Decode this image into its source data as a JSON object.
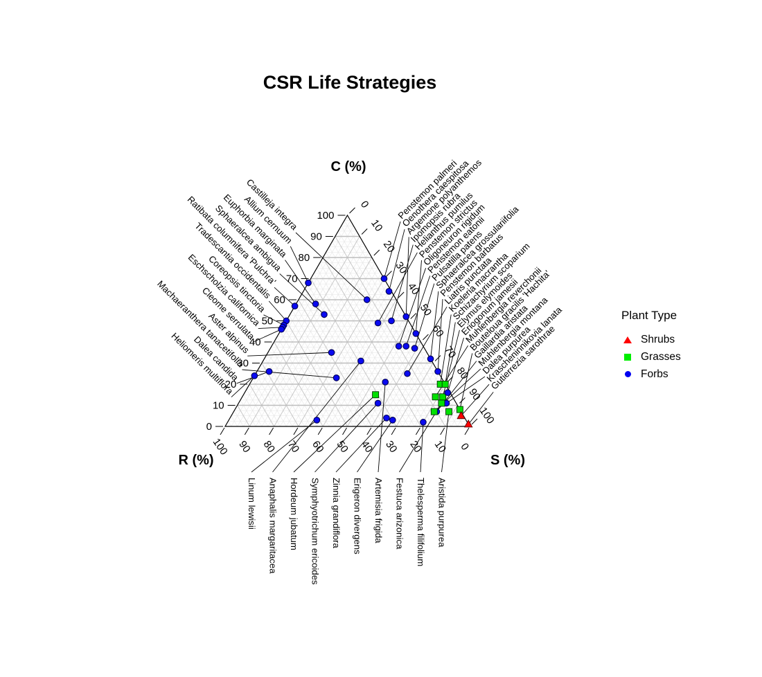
{
  "title": "CSR Life Strategies",
  "axes": {
    "c_label": "C (%)",
    "r_label": "R (%)",
    "s_label": "S (%)",
    "tick_values": [
      0,
      10,
      20,
      30,
      40,
      50,
      60,
      70,
      80,
      90,
      100
    ]
  },
  "legend": {
    "title": "Plant Type",
    "entries": [
      {
        "label": "Shrubs",
        "marker": "triangle-icon",
        "color": "#ff0000"
      },
      {
        "label": "Grasses",
        "marker": "square-icon",
        "color": "#00ee00"
      },
      {
        "label": "Forbs",
        "marker": "circle-icon",
        "color": "#0000f0"
      }
    ]
  },
  "chart_data": {
    "type": "scatter",
    "subtype": "ternary",
    "title": "CSR Life Strategies",
    "axis_c": {
      "label": "C (%)",
      "min": 0,
      "max": 100,
      "tick_step": 10
    },
    "axis_r": {
      "label": "R (%)",
      "min": 0,
      "max": 100,
      "tick_step": 10
    },
    "axis_s": {
      "label": "S (%)",
      "min": 0,
      "max": 100,
      "tick_step": 10
    },
    "grid": {
      "fine_step": 2.5,
      "major_step": 10
    },
    "type_colors": {
      "Shrubs": "#ff0000",
      "Grasses": "#00e000",
      "Forbs": "#0a0af0"
    },
    "type_markers": {
      "Shrubs": "triangle",
      "Grasses": "square",
      "Forbs": "circle"
    },
    "points": [
      {
        "name": "Castilleja integra",
        "type": "Forbs",
        "C": 60,
        "S": 28,
        "R": 12,
        "side": "left"
      },
      {
        "name": "Allium cernuum",
        "type": "Forbs",
        "C": 68,
        "S": 0,
        "R": 32,
        "side": "left"
      },
      {
        "name": "Euphorbia marginata",
        "type": "Forbs",
        "C": 58,
        "S": 8,
        "R": 34,
        "side": "left"
      },
      {
        "name": "Sphaeralcea ambigua",
        "type": "Forbs",
        "C": 53,
        "S": 14,
        "R": 33,
        "side": "left"
      },
      {
        "name": "Ratibata columnifera 'Pulchra'",
        "type": "Forbs",
        "C": 57,
        "S": 0,
        "R": 43,
        "side": "left"
      },
      {
        "name": "Tradescantia occidentalis",
        "type": "Forbs",
        "C": 50,
        "S": 0,
        "R": 50,
        "side": "left"
      },
      {
        "name": "Coreopsis tinctoria",
        "type": "Forbs",
        "C": 48,
        "S": 0,
        "R": 52,
        "side": "left"
      },
      {
        "name": "Eschscholzia californica",
        "type": "Forbs",
        "C": 47,
        "S": 0,
        "R": 53,
        "side": "left"
      },
      {
        "name": "Cleome serrulata",
        "type": "Forbs",
        "C": 46,
        "S": 0,
        "R": 54,
        "side": "left"
      },
      {
        "name": "Aster alpinus",
        "type": "Forbs",
        "C": 35,
        "S": 26,
        "R": 39,
        "side": "left"
      },
      {
        "name": "Machaeranthera tanacetifolia",
        "type": "Forbs",
        "C": 23,
        "S": 34,
        "R": 43,
        "side": "left"
      },
      {
        "name": "Dalea candida",
        "type": "Forbs",
        "C": 26,
        "S": 5,
        "R": 69,
        "side": "left"
      },
      {
        "name": "Heliomeris multiflora",
        "type": "Forbs",
        "C": 24,
        "S": 0,
        "R": 76,
        "side": "left"
      },
      {
        "name": "Penstemon palmeri",
        "type": "Forbs",
        "C": 70,
        "S": 30,
        "R": 0,
        "side": "right"
      },
      {
        "name": "Oenothera caespitosa",
        "type": "Forbs",
        "C": 64,
        "S": 35,
        "R": 1,
        "side": "right"
      },
      {
        "name": "Argemone polyanthemos",
        "type": "Forbs",
        "C": 52,
        "S": 48,
        "R": 0,
        "side": "right"
      },
      {
        "name": "Ipomopsis rubra",
        "type": "Forbs",
        "C": 50,
        "S": 43,
        "R": 7,
        "side": "right"
      },
      {
        "name": "Helianthus pumilus",
        "type": "Forbs",
        "C": 49,
        "S": 38,
        "R": 13,
        "side": "right"
      },
      {
        "name": "Penstemon strictus",
        "type": "Forbs",
        "C": 44,
        "S": 56,
        "R": 0,
        "side": "right"
      },
      {
        "name": "Oligoneuron rigidum",
        "type": "Forbs",
        "C": 38,
        "S": 52,
        "R": 10,
        "side": "right"
      },
      {
        "name": "Penstemon eatonii",
        "type": "Forbs",
        "C": 38,
        "S": 55,
        "R": 7,
        "side": "right"
      },
      {
        "name": "Pulsatilla patens",
        "type": "Forbs",
        "C": 37,
        "S": 59,
        "R": 4,
        "side": "right"
      },
      {
        "name": "Sphaeralcea grossulariifolia",
        "type": "Forbs",
        "C": 32,
        "S": 68,
        "R": 0,
        "side": "right"
      },
      {
        "name": "Penstemon barbatus",
        "type": "Forbs",
        "C": 26,
        "S": 74,
        "R": 0,
        "side": "right"
      },
      {
        "name": "Liatris punctata",
        "type": "Forbs",
        "C": 25,
        "S": 62,
        "R": 13,
        "side": "right"
      },
      {
        "name": "Koeleria macrantha",
        "type": "Grasses",
        "C": 20,
        "S": 78,
        "R": 2,
        "side": "right"
      },
      {
        "name": "Schizachyrium scoparium",
        "type": "Grasses",
        "C": 20,
        "S": 80,
        "R": 0,
        "side": "right"
      },
      {
        "name": "Elymus elymoides",
        "type": "Grasses",
        "C": 14,
        "S": 82,
        "R": 4,
        "side": "right"
      },
      {
        "name": "Eriogonum jamesii",
        "type": "Forbs",
        "C": 16,
        "S": 83,
        "R": 1,
        "side": "right"
      },
      {
        "name": "Muhlenbergia reverchonii",
        "type": "Grasses",
        "C": 14,
        "S": 79,
        "R": 7,
        "side": "right"
      },
      {
        "name": "Bouteloua gracilis 'Hachita'",
        "type": "Grasses",
        "C": 8,
        "S": 92,
        "R": 0,
        "side": "right"
      },
      {
        "name": "Gaillardia aristata",
        "type": "Forbs",
        "C": 7,
        "S": 83,
        "R": 10,
        "side": "right"
      },
      {
        "name": "Muhlenbergia montana",
        "type": "Grasses",
        "C": 7,
        "S": 82,
        "R": 11,
        "side": "right"
      },
      {
        "name": "Dalea purpurea",
        "type": "Forbs",
        "C": 11,
        "S": 85,
        "R": 4,
        "side": "right"
      },
      {
        "name": "Krascheninnikovia lanata",
        "type": "Shrubs",
        "C": 5,
        "S": 94,
        "R": 1,
        "side": "right"
      },
      {
        "name": "Gutierrezia sarothrae",
        "type": "Shrubs",
        "C": 1,
        "S": 99,
        "R": 0,
        "side": "right"
      },
      {
        "name": "Linum lewisii",
        "type": "Forbs",
        "C": 3,
        "S": 36,
        "R": 61,
        "side": "bottom"
      },
      {
        "name": "Anaphalis margaritacea",
        "type": "Forbs",
        "C": 31,
        "S": 40,
        "R": 29,
        "side": "bottom"
      },
      {
        "name": "Hordeum jubatum",
        "type": "Grasses",
        "C": 15,
        "S": 54,
        "R": 31,
        "side": "bottom"
      },
      {
        "name": "Symphyotrichum ericoides",
        "type": "Forbs",
        "C": 11,
        "S": 57,
        "R": 32,
        "side": "bottom"
      },
      {
        "name": "Zinnia grandiflora",
        "type": "Forbs",
        "C": 4,
        "S": 64,
        "R": 32,
        "side": "bottom"
      },
      {
        "name": "Erigeron divergens",
        "type": "Forbs",
        "C": 3,
        "S": 67,
        "R": 30,
        "side": "bottom"
      },
      {
        "name": "Artemisia frigida",
        "type": "Forbs",
        "C": 21,
        "S": 55,
        "R": 24,
        "side": "bottom"
      },
      {
        "name": "Festuca arizonica",
        "type": "Grasses",
        "C": 11,
        "S": 83,
        "R": 6,
        "side": "bottom"
      },
      {
        "name": "Thelesperma filifolium",
        "type": "Forbs",
        "C": 2,
        "S": 80,
        "R": 18,
        "side": "bottom"
      },
      {
        "name": "Aristida purpurea",
        "type": "Grasses",
        "C": 7,
        "S": 88,
        "R": 5,
        "side": "bottom"
      }
    ]
  }
}
